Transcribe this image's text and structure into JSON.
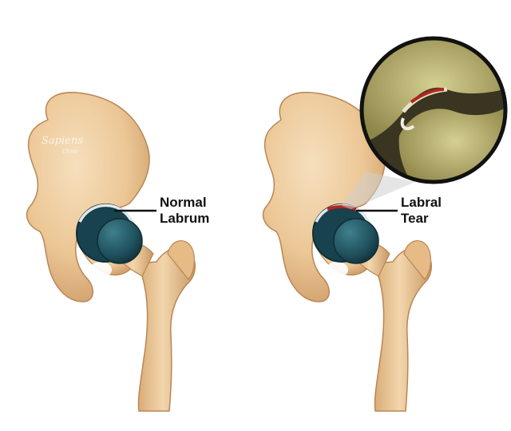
{
  "figure": {
    "left": {
      "annotation_line1": "Normal",
      "annotation_line2": "Labrum",
      "watermark_brand": "Sapiens",
      "watermark_sub": "Clinic"
    },
    "right": {
      "annotation_line1": "Labral",
      "annotation_line2": "Tear",
      "inset": "zoomed view of the torn labrum"
    }
  },
  "colors": {
    "bone": "#f0cfa3",
    "bone_shadow": "#d4a977",
    "cartilage": "#1f4f5c",
    "labrum_normal": "#dfe9ee",
    "tear": "#b3261e",
    "inset_bone": "#b8b070",
    "inset_ring": "#111111"
  }
}
